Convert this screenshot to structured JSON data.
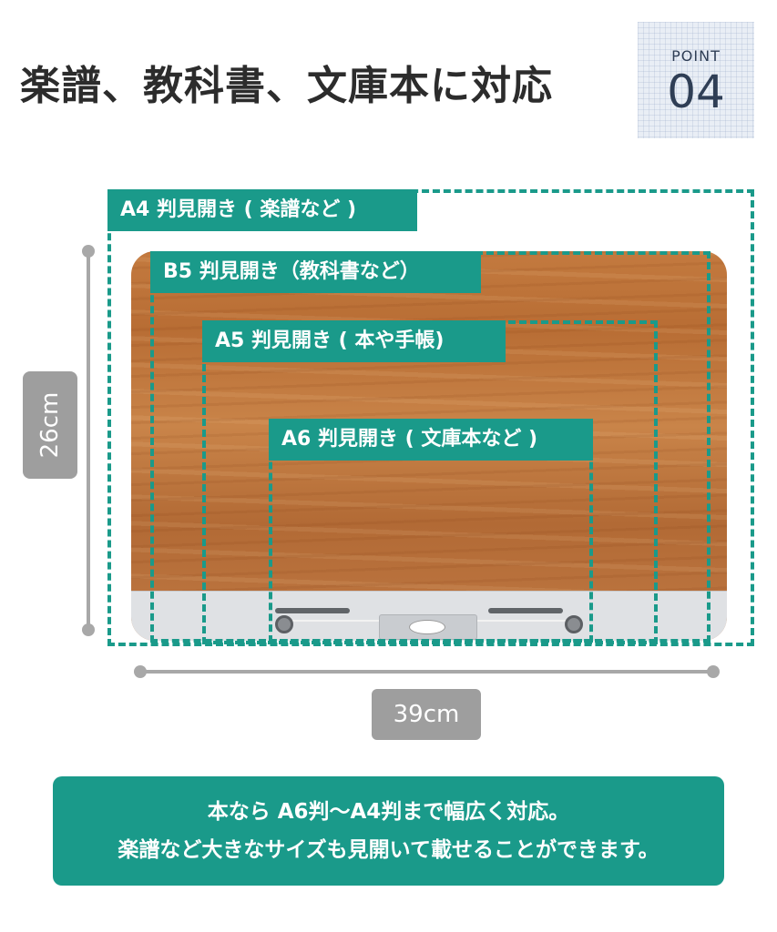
{
  "title": "楽譜、教科書、文庫本に対応",
  "point": {
    "label": "POINT",
    "number": "04"
  },
  "dimensions": {
    "height": "26cm",
    "width": "39cm"
  },
  "sizes": [
    {
      "id": "a4",
      "label": "A4 判見開き ( 楽譜など )"
    },
    {
      "id": "b5",
      "label": "B5 判見開き（教科書など）"
    },
    {
      "id": "a5",
      "label": "A5 判見開き ( 本や手帳)"
    },
    {
      "id": "a6",
      "label": "A6 判見開き ( 文庫本など )"
    }
  ],
  "note": {
    "line1": "本なら A6判～A4判まで幅広く対応。",
    "line2": "楽譜など大きなサイズも見開いて載せることができます。"
  },
  "colors": {
    "accent": "#1a9a8a",
    "dimension_gray": "#9e9e9e",
    "title_text": "#2c2c2c"
  }
}
